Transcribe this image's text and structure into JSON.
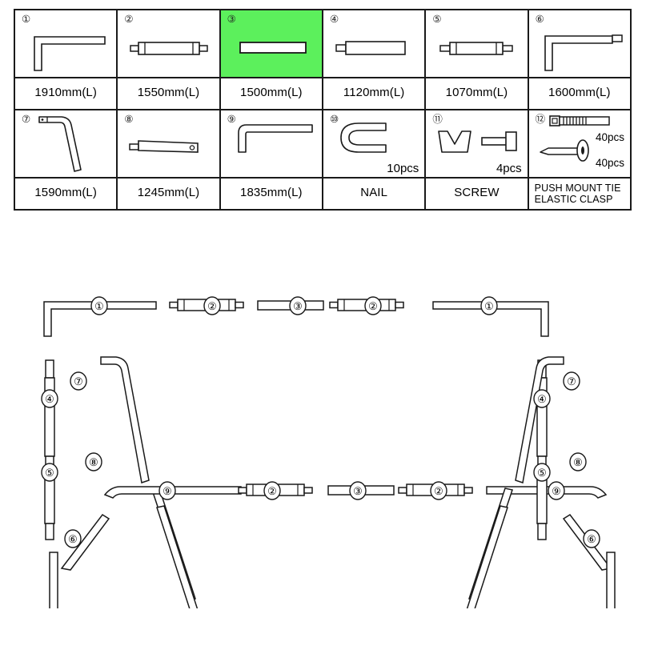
{
  "parts_table": {
    "rows": [
      [
        {
          "index": "①",
          "icon": "l-bracket-tube",
          "label": "1910mm(L)",
          "highlight": false
        },
        {
          "index": "②",
          "icon": "double-socket-tube",
          "label": "1550mm(L)",
          "highlight": false
        },
        {
          "index": "③",
          "icon": "plain-tube",
          "label": "1500mm(L)",
          "highlight": true
        },
        {
          "index": "④",
          "icon": "single-socket-tube",
          "label": "1120mm(L)",
          "highlight": false
        },
        {
          "index": "⑤",
          "icon": "double-socket-tube",
          "label": "1070mm(L)",
          "highlight": false
        },
        {
          "index": "⑥",
          "icon": "l-bracket-socket-tube",
          "label": "1600mm(L)",
          "highlight": false
        }
      ],
      [
        {
          "index": "⑦",
          "icon": "bent-leg-tube",
          "label": "1590mm(L)",
          "highlight": false
        },
        {
          "index": "⑧",
          "icon": "pin-end-tube",
          "label": "1245mm(L)",
          "highlight": false
        },
        {
          "index": "⑨",
          "icon": "l-corner-tube",
          "label": "1835mm(L)",
          "highlight": false
        },
        {
          "index": "⑩",
          "icon": "u-nail",
          "label": "NAIL",
          "qty": "10pcs",
          "highlight": false
        },
        {
          "index": "⑪",
          "icon": "wing-nut-and-screw",
          "label": "SCREW",
          "qty": "4pcs",
          "highlight": false
        },
        {
          "index": "⑫",
          "icon": "push-mount-tie-and-clasp",
          "label_line1": "PUSH MOUNT TIE",
          "label_line2": "ELASTIC CLASP",
          "qty_tie": "40pcs",
          "qty_clasp": "40pcs",
          "highlight": false
        }
      ]
    ]
  },
  "frame_diagram": {
    "name": "goal-frame-assembly-exploded-view",
    "top_rail_badges": [
      "①",
      "②",
      "③",
      "②",
      "①"
    ],
    "bottom_rail_badges": [
      "⑨",
      "②",
      "③",
      "②",
      "⑨"
    ],
    "left_post_badges": [
      "④",
      "⑤",
      "⑥"
    ],
    "left_brace_badges": [
      "⑦",
      "⑧"
    ],
    "right_post_badges": [
      "④",
      "⑤",
      "⑥"
    ],
    "right_brace_badges": [
      "⑦",
      "⑧"
    ],
    "stroke_color": "#1a1a1a"
  }
}
